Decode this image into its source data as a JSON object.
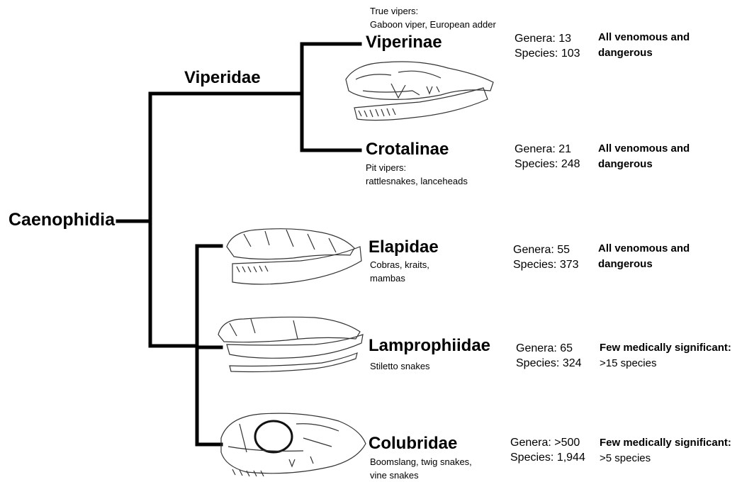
{
  "tree": {
    "root": "Caenophidia",
    "viperidae_label": "Viperidae"
  },
  "taxa": {
    "viperinae": {
      "name": "Viperinae",
      "desc": [
        "True vipers:",
        "Gaboon viper, European adder"
      ],
      "genera": "Genera: 13",
      "species": "Species: 103",
      "note": [
        "All venomous and",
        "dangerous"
      ]
    },
    "crotalinae": {
      "name": "Crotalinae",
      "desc": [
        "Pit vipers:",
        "rattlesnakes, lanceheads"
      ],
      "genera": "Genera: 21",
      "species": "Species: 248",
      "note": [
        "All venomous and",
        "dangerous"
      ]
    },
    "elapidae": {
      "name": "Elapidae",
      "desc": [
        "Cobras, kraits,",
        "mambas"
      ],
      "genera": "Genera: 55",
      "species": "Species: 373",
      "note": [
        "All venomous and",
        "dangerous"
      ]
    },
    "lamprophiidae": {
      "name": "Lamprophiidae",
      "desc": [
        "Stiletto snakes"
      ],
      "genera": "Genera: 65",
      "species": "Species: 324",
      "note": [
        "Few medically significant:",
        ">15 species"
      ]
    },
    "colubridae": {
      "name": "Colubridae",
      "desc": [
        "Boomslang, twig snakes,",
        "vine snakes"
      ],
      "genera": "Genera: >500",
      "species": "Species: 1,944",
      "note": [
        "Few medically significant:",
        ">5 species"
      ]
    }
  }
}
